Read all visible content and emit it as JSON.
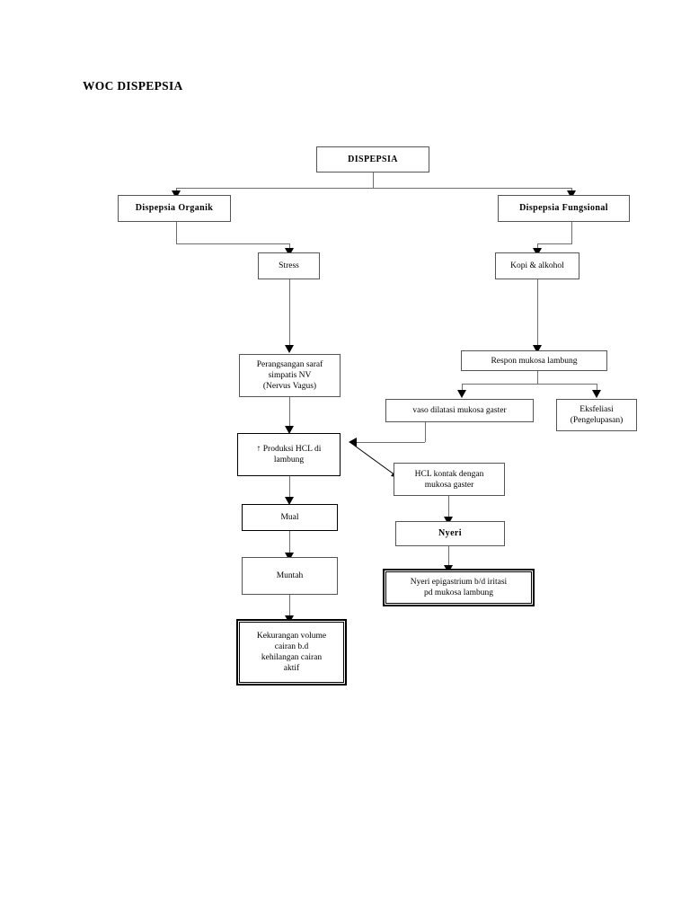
{
  "document": {
    "title": "WOC DISPEPSIA"
  },
  "diagram": {
    "type": "flowchart",
    "nodes": [
      {
        "id": "dispepsia",
        "label": "DISPEPSIA",
        "style": "bold"
      },
      {
        "id": "organik",
        "label": "Dispepsia Organik",
        "style": "bold"
      },
      {
        "id": "fungsional",
        "label": "Dispepsia Fungsional",
        "style": "bold"
      },
      {
        "id": "stress",
        "label": "Stress",
        "style": "plain"
      },
      {
        "id": "kopi",
        "label": "Kopi & alkohol",
        "style": "plain"
      },
      {
        "id": "perangsangan",
        "label": "Perangsangan saraf\nsimpatis NV\n(Nervus Vagus)",
        "style": "plain"
      },
      {
        "id": "respon",
        "label": "Respon mukosa lambung",
        "style": "plain"
      },
      {
        "id": "vaso",
        "label": "vaso dilatasi mukosa gaster",
        "style": "plain"
      },
      {
        "id": "eksfoliasi",
        "label": "Eksfeliasi\n(Pengelupasan)",
        "style": "plain"
      },
      {
        "id": "produksi",
        "label": "↑ Produksi HCL di\nlambung",
        "style": "plain"
      },
      {
        "id": "kontak",
        "label": "HCL kontak dengan\nmukosa gaster",
        "style": "plain"
      },
      {
        "id": "mual",
        "label": "Mual",
        "style": "plain"
      },
      {
        "id": "nyeri",
        "label": "Nyeri",
        "style": "bold"
      },
      {
        "id": "muntah",
        "label": "Muntah",
        "style": "plain"
      },
      {
        "id": "dx_nyeri",
        "label": "Nyeri epigastrium b/d iritasi\npd mukosa lambung",
        "style": "double"
      },
      {
        "id": "dx_cairan",
        "label": "Kekurangan volume\ncairan b.d\nkehilangan cairan\naktif",
        "style": "double"
      }
    ],
    "edges": [
      {
        "from": "dispepsia",
        "to": "organik"
      },
      {
        "from": "dispepsia",
        "to": "fungsional"
      },
      {
        "from": "organik",
        "to": "stress"
      },
      {
        "from": "fungsional",
        "to": "kopi"
      },
      {
        "from": "stress",
        "to": "perangsangan"
      },
      {
        "from": "kopi",
        "to": "respon"
      },
      {
        "from": "respon",
        "to": "vaso"
      },
      {
        "from": "respon",
        "to": "eksfoliasi"
      },
      {
        "from": "perangsangan",
        "to": "produksi"
      },
      {
        "from": "vaso",
        "to": "produksi"
      },
      {
        "from": "produksi",
        "to": "kontak"
      },
      {
        "from": "produksi",
        "to": "mual"
      },
      {
        "from": "kontak",
        "to": "nyeri"
      },
      {
        "from": "mual",
        "to": "muntah"
      },
      {
        "from": "nyeri",
        "to": "dx_nyeri"
      },
      {
        "from": "muntah",
        "to": "dx_cairan"
      }
    ]
  },
  "colors": {
    "page_background": "#ffffff",
    "text": "#000000",
    "box_border": "#555555",
    "connector": "#6e6e6e",
    "arrowhead": "#000000"
  }
}
